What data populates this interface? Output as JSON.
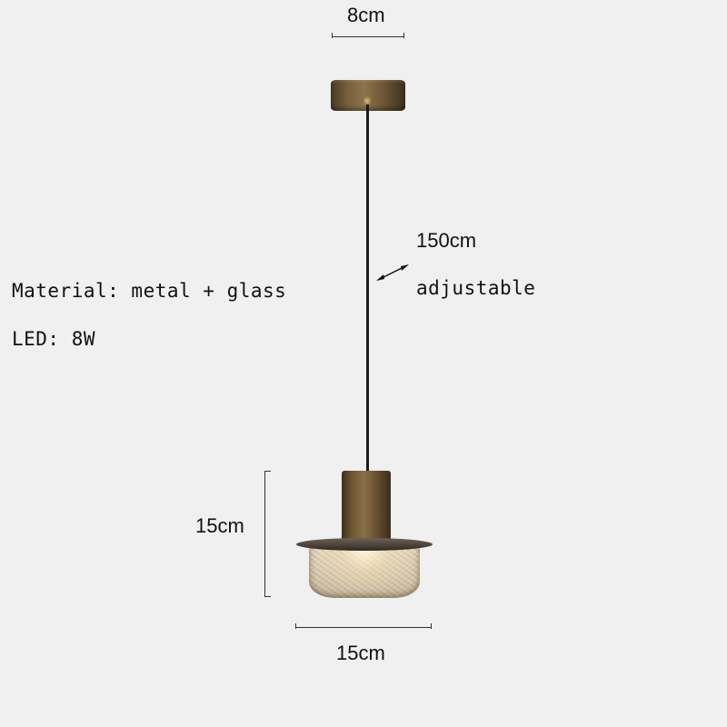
{
  "product": {
    "type": "pendant light",
    "colors": {
      "background": "#f0f0f0",
      "brass": "#7a6240",
      "cord": "#1a1a1a",
      "text": "#111111"
    }
  },
  "dimensions": {
    "canopy_width": "8cm",
    "cord_length": "150cm",
    "cord_note": "adjustable",
    "shade_height": "15cm",
    "shade_width": "15cm"
  },
  "specs": {
    "material": "Material: metal + glass",
    "power": "LED: 8W"
  },
  "icons": {
    "adjust_arrow": "double-headed-arrow"
  }
}
